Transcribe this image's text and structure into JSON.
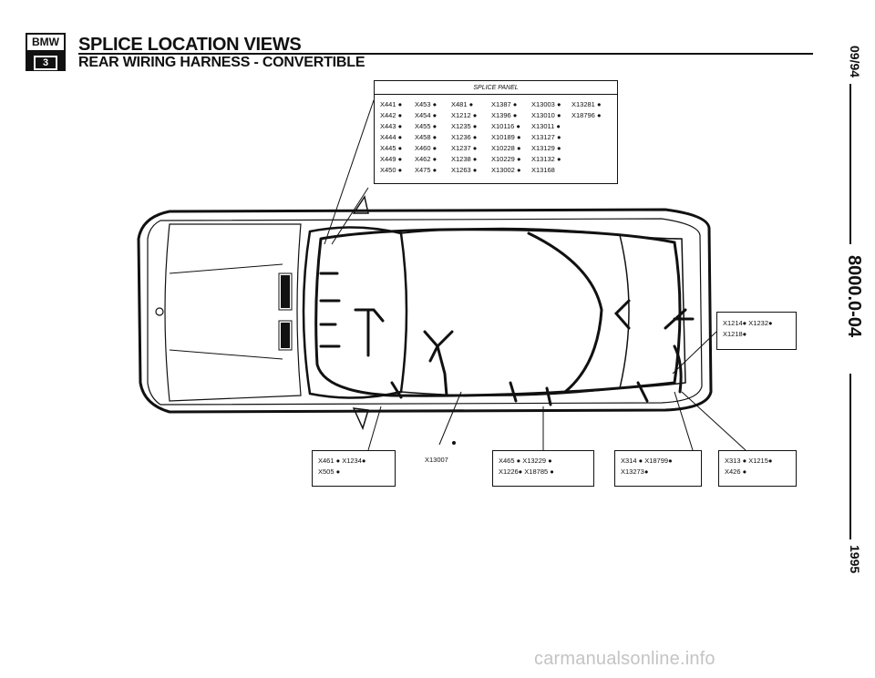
{
  "header": {
    "logo_brand": "BMW",
    "logo_series": "3",
    "title": "SPLICE LOCATION VIEWS",
    "subtitle": "REAR WIRING HARNESS - CONVERTIBLE"
  },
  "side_labels": {
    "date": "09/94",
    "code": "8000.0-04",
    "year": "1995"
  },
  "splice_panel": {
    "title": "SPLICE PANEL",
    "rows": [
      [
        "X441 ●",
        "X453 ●",
        "X481 ●",
        "X1387 ●",
        "X13003 ●",
        "X13281 ●"
      ],
      [
        "X442 ●",
        "X454 ●",
        "X1212 ●",
        "X1396 ●",
        "X13010 ●",
        "X18796 ●"
      ],
      [
        "X443 ●",
        "X455 ●",
        "X1235 ●",
        "X10116 ●",
        "X13011 ●",
        ""
      ],
      [
        "X444 ●",
        "X458 ●",
        "X1236 ●",
        "X10189 ●",
        "X13127 ●",
        ""
      ],
      [
        "X445 ●",
        "X460 ●",
        "X1237 ●",
        "X10228 ●",
        "X13129 ●",
        ""
      ],
      [
        "X449 ●",
        "X462 ●",
        "X1238 ●",
        "X10229 ●",
        "X13132 ●",
        ""
      ],
      [
        "X450 ●",
        "X475 ●",
        "X1263 ●",
        "X13002 ●",
        "X13168",
        ""
      ]
    ]
  },
  "callouts": {
    "right_mid": [
      "X1214● X1232●",
      "X1218●"
    ],
    "bottom_left": [
      "X461 ● X1234●",
      "X505 ●"
    ],
    "bottom_center": "X13007",
    "bottom_mid": [
      "X465 ● X13229 ●",
      "X1226● X18785 ●"
    ],
    "bottom_right1": [
      "X314 ● X18799●",
      "X13273●"
    ],
    "bottom_right2": [
      "X313 ● X1215●",
      "X426 ●"
    ]
  },
  "watermark": "carmanualsonline.info"
}
